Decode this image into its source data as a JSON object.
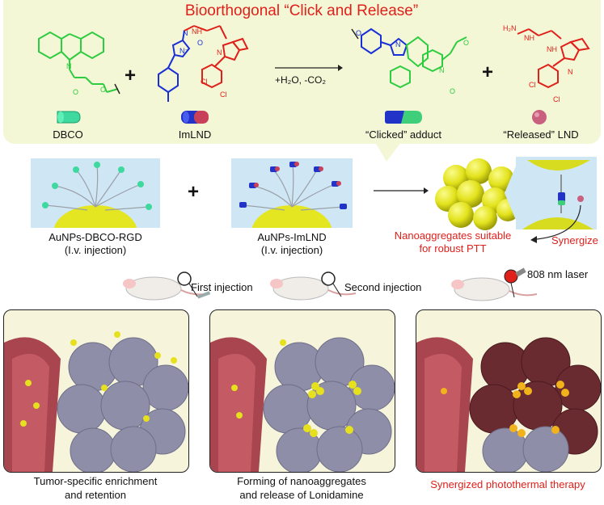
{
  "title": "Bioorthogonal “Click and Release”",
  "reaction": {
    "plus_1": "+",
    "plus_2": "+",
    "conditions": "+H₂O, -CO₂"
  },
  "molecule_labels": {
    "dbco": "DBCO",
    "imlnd": "ImLND",
    "clicked": "“Clicked” adduct",
    "released": "“Released” LND"
  },
  "atoms": {
    "n": "N",
    "o": "O",
    "cl": "Cl",
    "h2n": "H₂N",
    "nh": "NH",
    "n_minus": "N⁻"
  },
  "nanoparticles": {
    "plus": "+",
    "np1_label_line1": "AuNPs-DBCO-RGD",
    "np1_label_line2": "(I.v. injection)",
    "np2_label_line1": "AuNPs-ImLND",
    "np2_label_line2": "(I.v. injection)",
    "aggregate_label_line1": "Nanoaggregates suitable",
    "aggregate_label_line2": "for robust PTT",
    "synergize": "Synergize"
  },
  "steps": {
    "first_injection": "First injection",
    "second_injection": "Second injection",
    "laser": "808 nm laser"
  },
  "captions": {
    "c1_line1": "Tumor-specific enrichment",
    "c1_line2": "and retention",
    "c2_line1": "Forming of nanoaggregates",
    "c2_line2": "and release of Lonidamine",
    "c3": "Synergized photothermal therapy"
  },
  "colors": {
    "accent_red": "#e0201b",
    "dbco_green": "#2ecc40",
    "imlnd_blue": "#1a2fd6",
    "gold": "#e6e01e",
    "tumor_purple": "#8e8ea8",
    "vessel": "#a8454f"
  }
}
